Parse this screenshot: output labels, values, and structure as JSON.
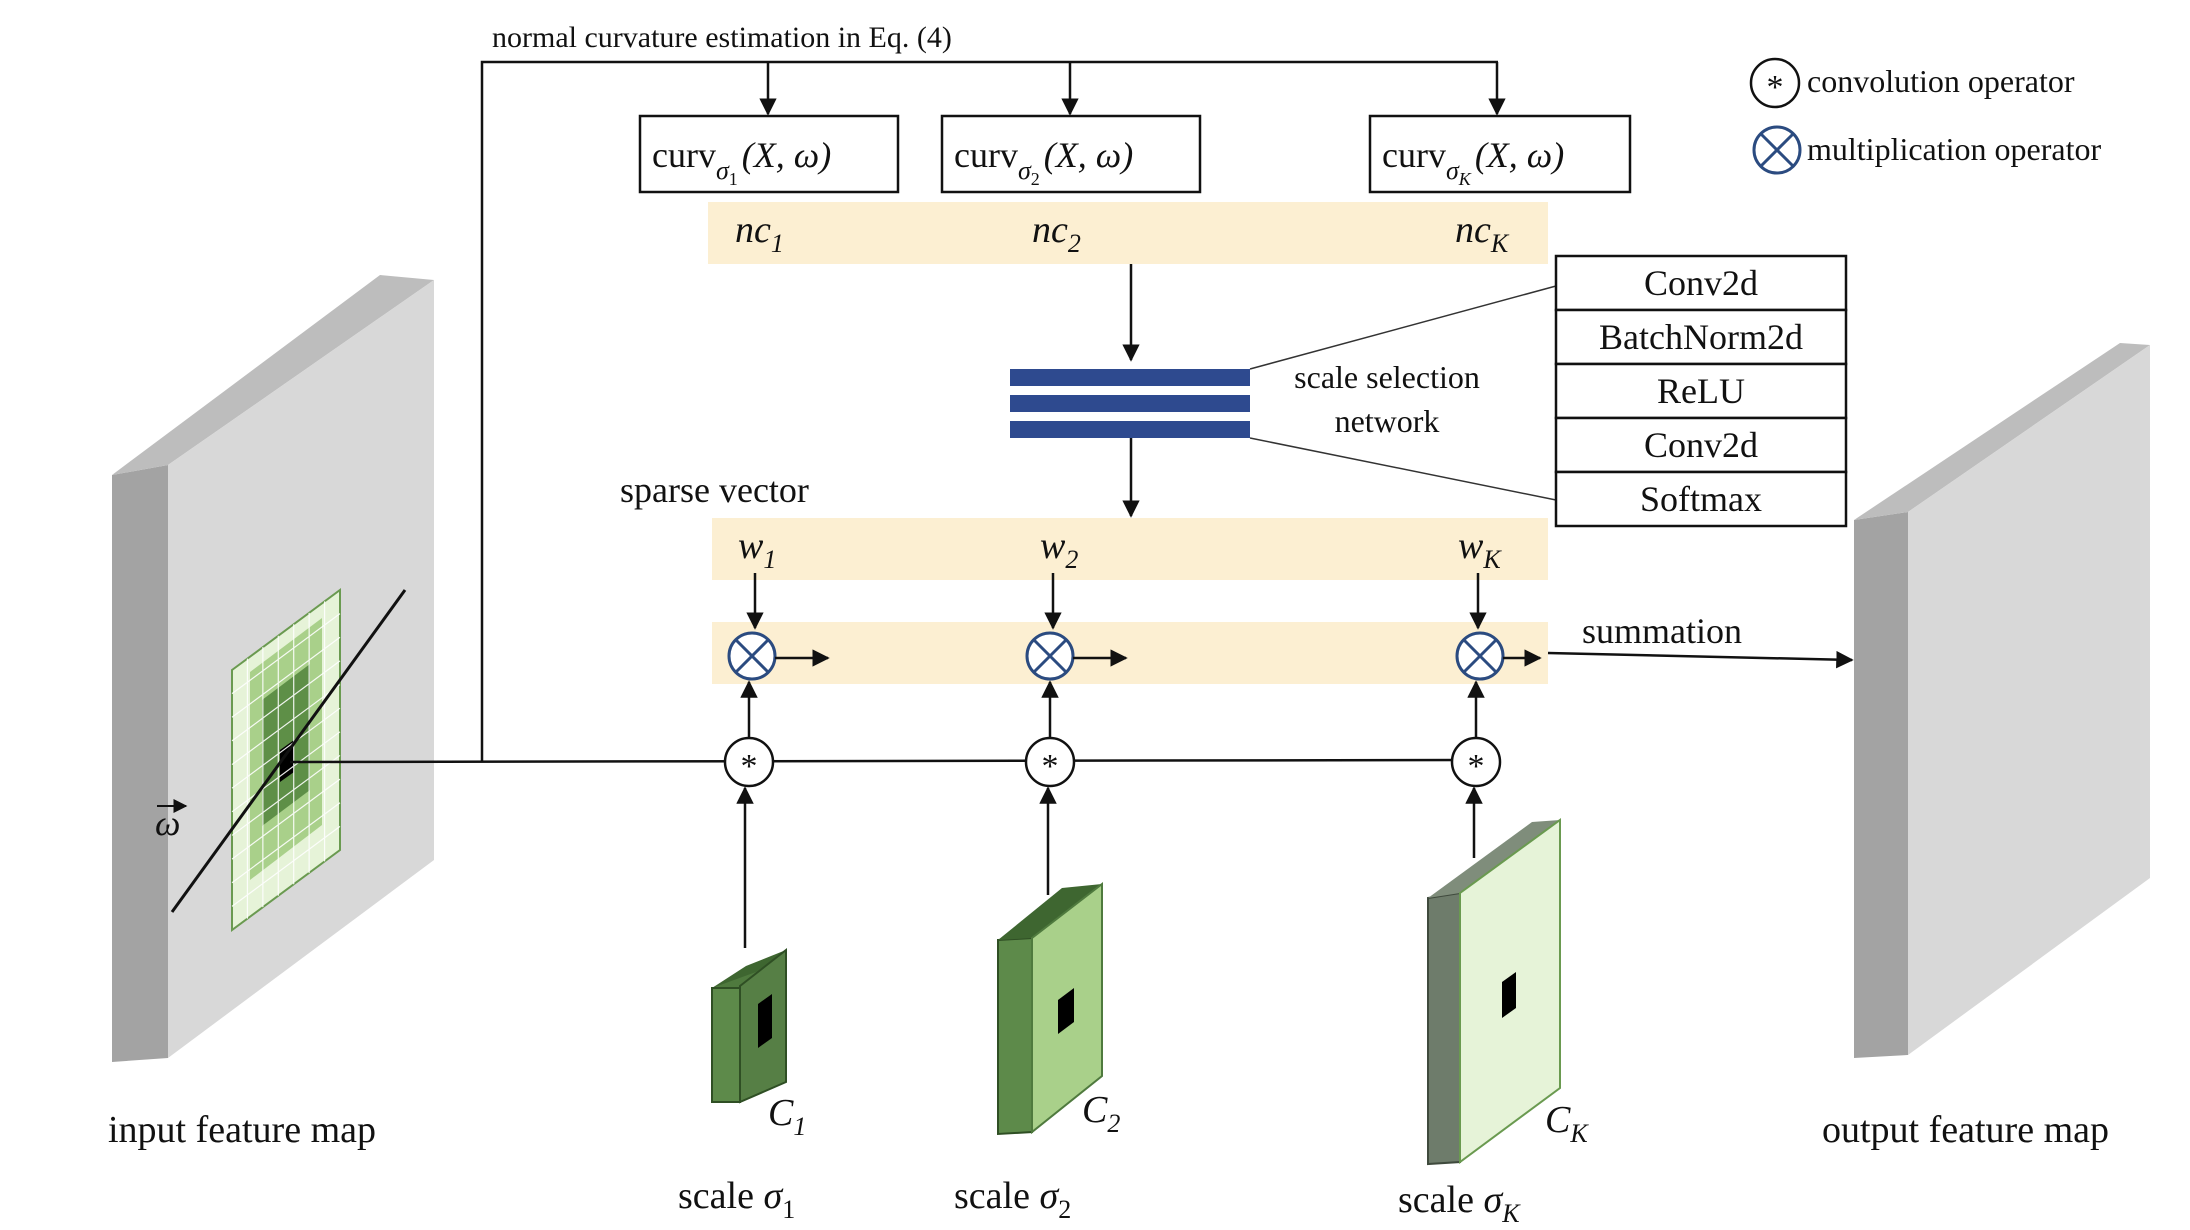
{
  "top_label": "normal curvature estimation in Eq. (4)",
  "legend": {
    "convolution": {
      "symbol": "*",
      "label": "convolution operator"
    },
    "multiplication": {
      "label": "multiplication operator"
    }
  },
  "curv_boxes": [
    {
      "prefix": "curv",
      "sub": "σ",
      "subsub": "1",
      "args": "(X, ω)"
    },
    {
      "prefix": "curv",
      "sub": "σ",
      "subsub": "2",
      "args": "(X, ω)"
    },
    {
      "prefix": "curv",
      "sub": "σ",
      "subsub": "K",
      "args": "(X, ω)"
    }
  ],
  "nc_labels": [
    {
      "main": "nc",
      "sub": "1"
    },
    {
      "main": "nc",
      "sub": "2"
    },
    {
      "main": "nc",
      "sub": "K"
    }
  ],
  "network": {
    "label_line1": "scale selection",
    "label_line2": "network",
    "layers": [
      "Conv2d",
      "BatchNorm2d",
      "ReLU",
      "Conv2d",
      "Softmax"
    ]
  },
  "sparse_vector_label": "sparse vector",
  "w_labels": [
    {
      "main": "w",
      "sub": "1"
    },
    {
      "main": "w",
      "sub": "2"
    },
    {
      "main": "w",
      "sub": "K"
    }
  ],
  "summation_label": "summation",
  "omega_label": "ω",
  "conv_symbol": "*",
  "kernel_labels": [
    {
      "main": "C",
      "sub": "1"
    },
    {
      "main": "C",
      "sub": "2"
    },
    {
      "main": "C",
      "sub": "K"
    }
  ],
  "scale_labels": [
    {
      "prefix": "scale ",
      "main": "σ",
      "sub": "1"
    },
    {
      "prefix": "scale ",
      "main": "σ",
      "sub": "2"
    },
    {
      "prefix": "scale ",
      "main": "σ",
      "sub": "K"
    }
  ],
  "input_label": "input feature map",
  "output_label": "output feature map",
  "colors": {
    "band": "#fcefd2",
    "network_bar": "#2e4a8f",
    "map_front": "#d8d8d8",
    "map_side": "#a3a3a3",
    "map_top": "#bdbdbd",
    "green_dark": "#4f7a3e",
    "green_mid": "#8fbf6e",
    "green_light": "#e6f3d8",
    "multiplier_stroke": "#2b4b80"
  }
}
